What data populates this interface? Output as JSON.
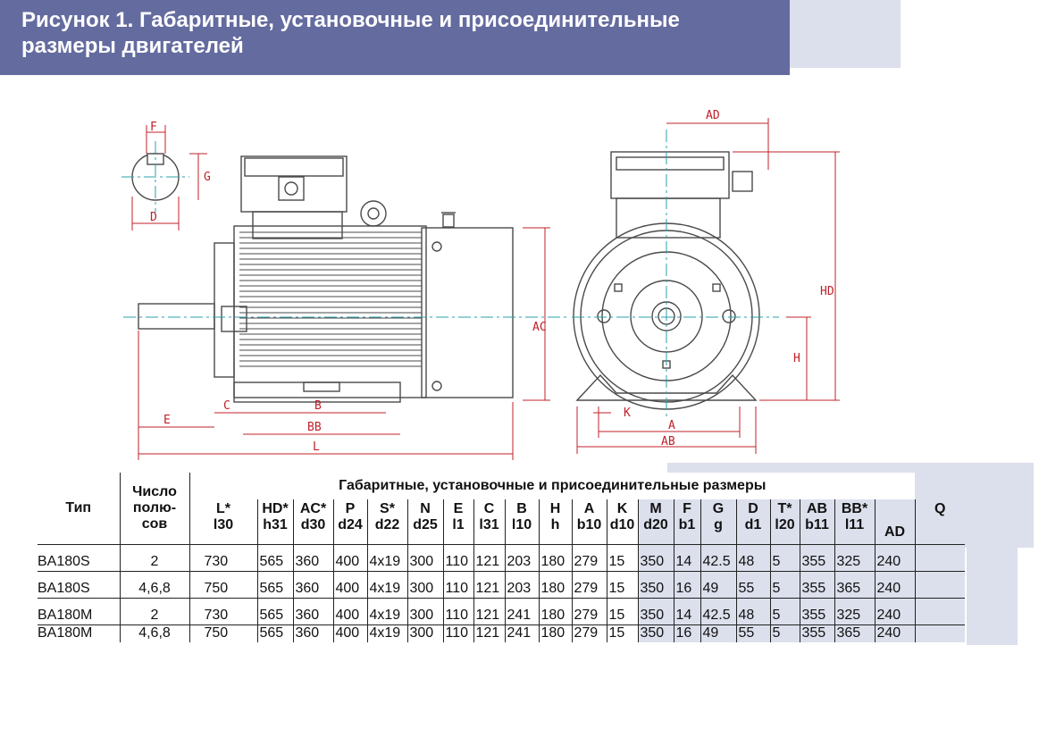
{
  "header": {
    "title_line1": "Рисунок 1. Габаритные, установочные и присоединительные",
    "title_line2": "размеры двигателей"
  },
  "colors": {
    "title_bar": "#646b9f",
    "band": "#dcdfec",
    "drawing_line": "#4a4a4a",
    "dimension": "#c0202a",
    "centerline": "#2aa0a8"
  },
  "drawing": {
    "labels": {
      "F": "F",
      "G": "G",
      "D": "D",
      "E": "E",
      "C": "C",
      "B": "B",
      "BB": "BB",
      "L": "L",
      "AC": "AC",
      "AD": "AD",
      "HD": "HD",
      "H": "H",
      "K": "K",
      "A": "A",
      "AB": "AB"
    }
  },
  "table": {
    "col_type": "Тип",
    "col_poles": [
      "Число",
      "полю-",
      "сов"
    ],
    "group_title": "Габаритные, установочные и присоединительные размеры",
    "columns": [
      [
        "L*",
        "l30"
      ],
      [
        "HD*",
        "h31"
      ],
      [
        "AC*",
        "d30"
      ],
      [
        "P",
        "d24"
      ],
      [
        "S*",
        "d22"
      ],
      [
        "N",
        "d25"
      ],
      [
        "E",
        "l1"
      ],
      [
        "C",
        "l31"
      ],
      [
        "B",
        "l10"
      ],
      [
        "H",
        "h"
      ],
      [
        "A",
        "b10"
      ],
      [
        "K",
        "d10"
      ],
      [
        "M",
        "d20"
      ],
      [
        "F",
        "b1"
      ],
      [
        "G",
        "g"
      ],
      [
        "D",
        "d1"
      ],
      [
        "T*",
        "l20"
      ],
      [
        "AB",
        "b11"
      ],
      [
        "BB*",
        "l11"
      ],
      [
        "AD",
        ""
      ],
      [
        "Q",
        ""
      ]
    ],
    "rows": [
      [
        "BA180S",
        "2",
        "730",
        "565",
        "360",
        "400",
        "4x19",
        "300",
        "110",
        "121",
        "203",
        "180",
        "279",
        "15",
        "350",
        "14",
        "42.5",
        "48",
        "5",
        "355",
        "325",
        "240",
        ""
      ],
      [
        "BA180S",
        "4,6,8",
        "750",
        "565",
        "360",
        "400",
        "4x19",
        "300",
        "110",
        "121",
        "203",
        "180",
        "279",
        "15",
        "350",
        "16",
        "49",
        "55",
        "5",
        "355",
        "365",
        "240",
        ""
      ],
      [
        "BA180M",
        "2",
        "730",
        "565",
        "360",
        "400",
        "4x19",
        "300",
        "110",
        "121",
        "241",
        "180",
        "279",
        "15",
        "350",
        "14",
        "42.5",
        "48",
        "5",
        "355",
        "325",
        "240",
        ""
      ],
      [
        "BA180M",
        "4,6,8",
        "750",
        "565",
        "360",
        "400",
        "4x19",
        "300",
        "110",
        "121",
        "241",
        "180",
        "279",
        "15",
        "350",
        "16",
        "49",
        "55",
        "5",
        "355",
        "365",
        "240",
        ""
      ]
    ]
  }
}
